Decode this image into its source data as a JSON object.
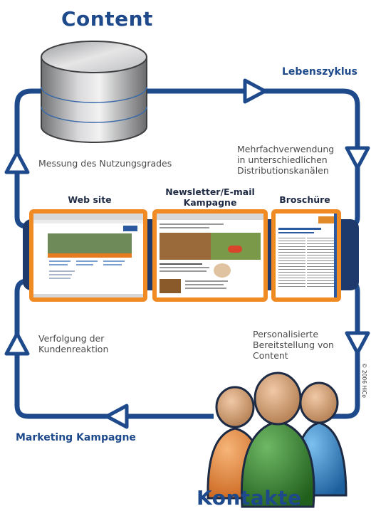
{
  "diagram": {
    "title_top": "Content",
    "title_bottom": "Kontakte",
    "cycle_label": "Lebenszyklus",
    "campaign_label": "Marketing Kampagne",
    "left_top_text": "Messung des Nutzungsgrades",
    "left_bottom_text": [
      "Verfolgung der",
      "Kundenreaktion"
    ],
    "right_top_text": [
      "Mehrfachverwendung",
      "in unterschiedlichen",
      "Distributionskanälen"
    ],
    "right_bottom_text": [
      "Personalisierte",
      "Bereitstellung von",
      "Content"
    ],
    "channels": {
      "web": "Web site",
      "newsletter": [
        "Newsletter/E-mail",
        "Kampagne"
      ],
      "brochure": "Broschüre"
    },
    "copyright": "© 2006 HiCo"
  },
  "colors": {
    "loop": "#1e4a8c",
    "panel": "#f08a23",
    "person_orange": "#e8893a",
    "person_green": "#3f8a3a",
    "person_blue": "#3b8fd0"
  }
}
